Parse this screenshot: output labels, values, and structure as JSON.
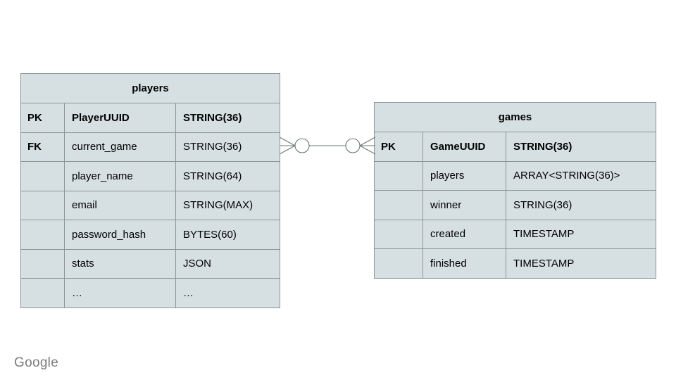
{
  "diagram": {
    "style": {
      "entity_fill": "#d6e0e3",
      "entity_border": "#8c9699",
      "connector_color": "#6b7577",
      "text_color": "#000000",
      "background": "#ffffff"
    },
    "entities": [
      {
        "name": "players",
        "columns": [
          "key",
          "column_name",
          "data_type"
        ],
        "rows": [
          {
            "key": "PK",
            "column_name": "PlayerUUID",
            "data_type": "STRING(36)",
            "bold": true
          },
          {
            "key": "FK",
            "column_name": "current_game",
            "data_type": "STRING(36)",
            "bold": false
          },
          {
            "key": "",
            "column_name": "player_name",
            "data_type": "STRING(64)",
            "bold": false
          },
          {
            "key": "",
            "column_name": "email",
            "data_type": "STRING(MAX)",
            "bold": false
          },
          {
            "key": "",
            "column_name": "password_hash",
            "data_type": "BYTES(60)",
            "bold": false
          },
          {
            "key": "",
            "column_name": "stats",
            "data_type": "JSON",
            "bold": false
          },
          {
            "key": "",
            "column_name": "…",
            "data_type": "…",
            "bold": false
          }
        ]
      },
      {
        "name": "games",
        "columns": [
          "key",
          "column_name",
          "data_type"
        ],
        "rows": [
          {
            "key": "PK",
            "column_name": "GameUUID",
            "data_type": "STRING(36)",
            "bold": true
          },
          {
            "key": "",
            "column_name": "players",
            "data_type": "ARRAY<STRING(36)>",
            "bold": false
          },
          {
            "key": "",
            "column_name": "winner",
            "data_type": "STRING(36)",
            "bold": false
          },
          {
            "key": "",
            "column_name": "created",
            "data_type": "TIMESTAMP",
            "bold": false
          },
          {
            "key": "",
            "column_name": "finished",
            "data_type": "TIMESTAMP",
            "bold": false
          }
        ]
      }
    ],
    "relationship": {
      "from_entity": "players",
      "from_field": "current_game",
      "to_entity": "games",
      "to_field": "GameUUID",
      "left_notation": "zero-or-many",
      "right_notation": "zero-or-many"
    }
  },
  "watermark": {
    "label": "Google"
  }
}
